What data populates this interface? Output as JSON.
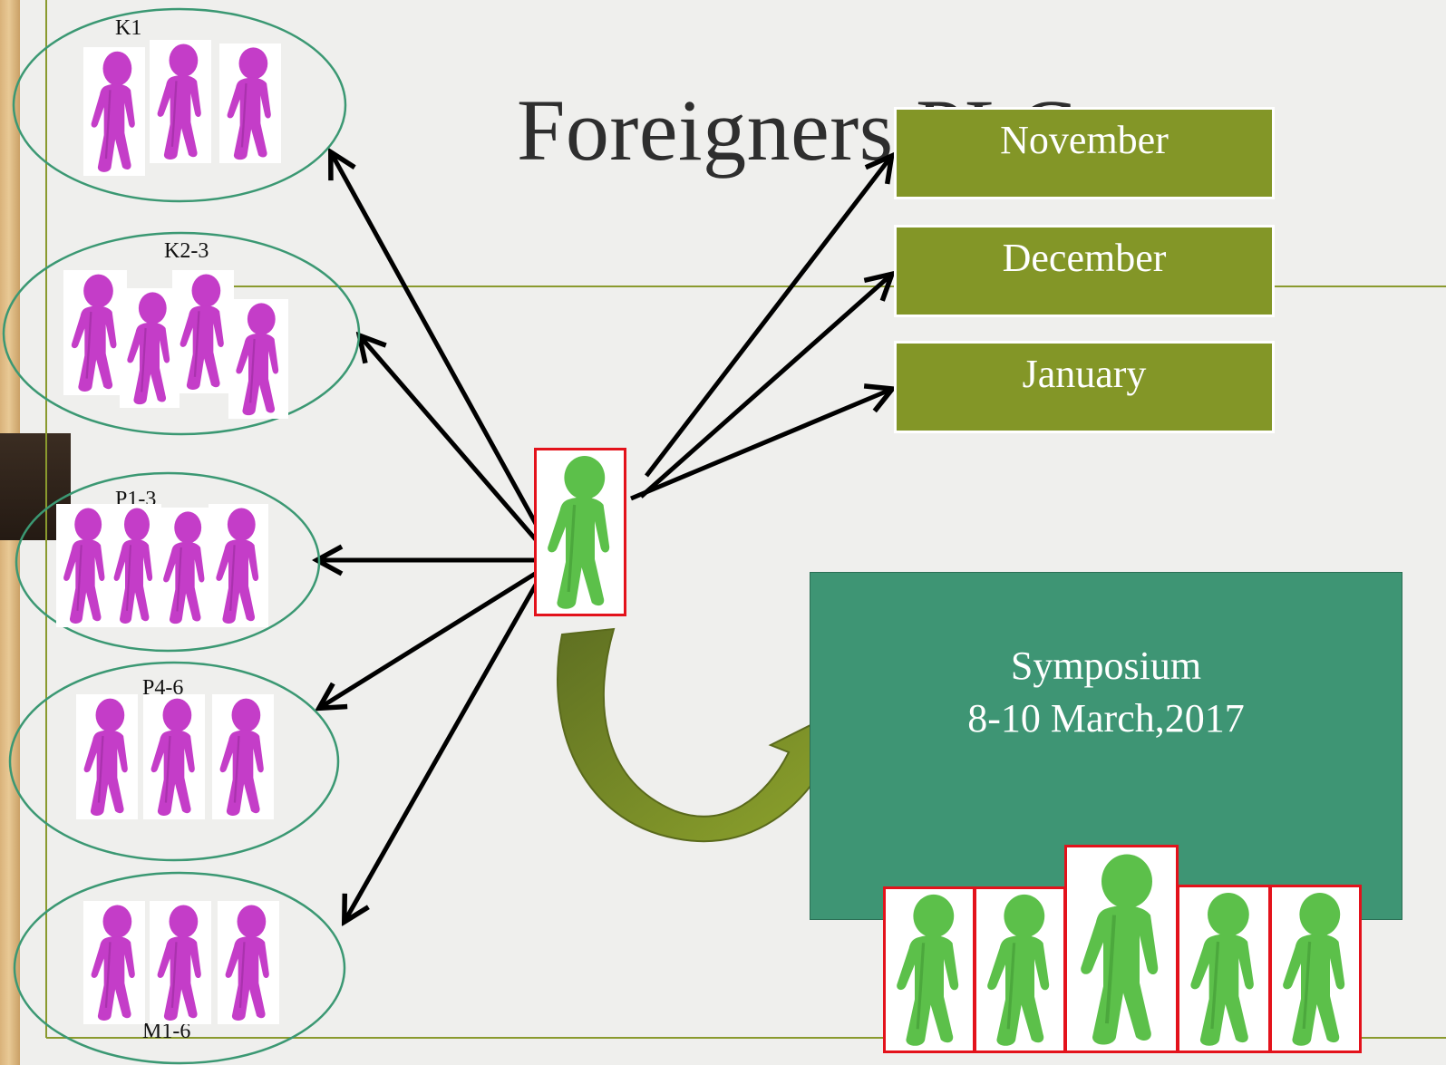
{
  "slide": {
    "title": "Foreigners PLC",
    "accent_colors": {
      "olive": "#839627",
      "teal": "#3e9574",
      "magenta_figure": "#c43dc8",
      "green_figure": "#5cc04a",
      "red_frame": "#e3121b",
      "ellipse_stroke": "#3b9873"
    }
  },
  "groups": [
    {
      "label": "K1",
      "figure_count": 3
    },
    {
      "label": "K2-3",
      "figure_count": 4
    },
    {
      "label": "P1-3",
      "figure_count": 4
    },
    {
      "label": "P4-6",
      "figure_count": 3
    },
    {
      "label": "M1-6",
      "figure_count": 3
    }
  ],
  "months": [
    {
      "label": "November"
    },
    {
      "label": "December"
    },
    {
      "label": "January"
    }
  ],
  "symposium": {
    "line1": "Symposium",
    "line2": "8-10 March,2017"
  },
  "icons": {
    "person": "person-figure-icon",
    "arrow": "arrow-icon",
    "curved_arrow": "curved-arrow-icon"
  }
}
